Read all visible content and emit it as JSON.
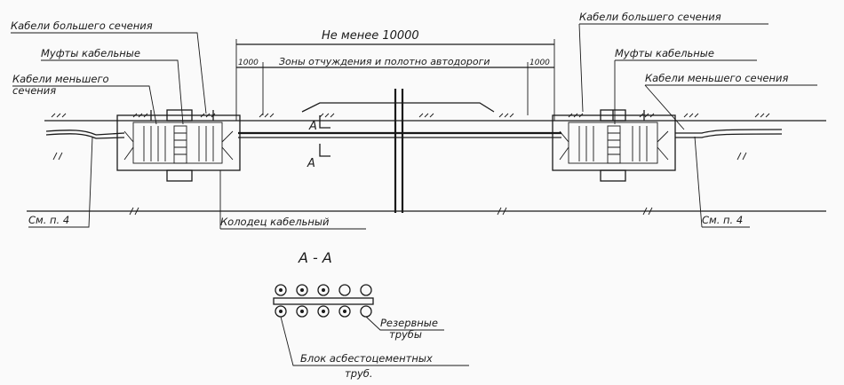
{
  "labels": {
    "large_cables_left": "Кабели большего сечения",
    "couplings_left": "Муфты кабельные",
    "small_cables_left_1": "Кабели меньшего",
    "small_cables_left_2": "сечения",
    "min_distance": "Не менее 10000",
    "offset_left": "1000",
    "zone_text": "Зоны отчуждения и полотно автодороги",
    "offset_right": "1000",
    "large_cables_right": "Кабели большего сечения",
    "couplings_right": "Муфты кабельные",
    "small_cables_right": "Кабели меньшего сечения",
    "section_mark_a_top": "А",
    "section_mark_a_bottom": "А",
    "see_note_left": "См. п. 4",
    "cable_well": "Колодец кабельный",
    "see_note_right": "См. п. 4",
    "section_title": "А - А",
    "reserve_pipes_1": "Резервные",
    "reserve_pipes_2": "трубы",
    "block_pipes_1": "Блок асбестоцементных",
    "block_pipes_2": "труб."
  }
}
